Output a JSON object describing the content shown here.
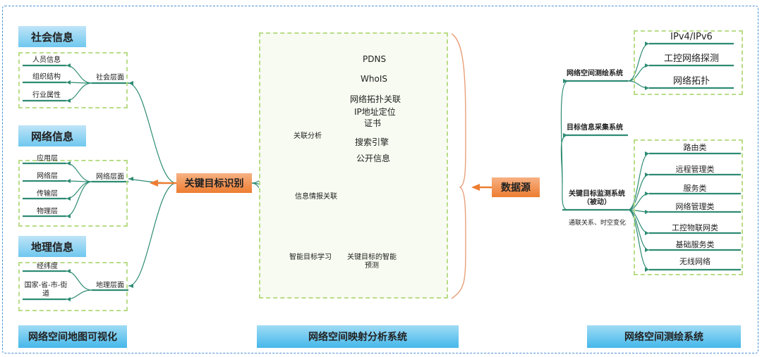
{
  "left": {
    "social": {
      "title": "社会信息",
      "layer": "社会层面",
      "items": [
        "人员信息",
        "组织结构",
        "行业属性"
      ]
    },
    "network": {
      "title": "网络信息",
      "layer": "网络层面",
      "items": [
        "应用层",
        "网络层",
        "传输层",
        "物理层"
      ]
    },
    "geo": {
      "title": "地理信息",
      "layer": "地理层面",
      "items": [
        "经纬度",
        "国家-省-市-街道"
      ]
    },
    "system": "网络空间地图可视化"
  },
  "center": {
    "hub": "关键目标识别",
    "assoc": {
      "label": "关联分析",
      "items": [
        "PDNS",
        "WhoIS",
        "网络拓扑关联",
        "IP地址定位",
        "证书",
        "搜索引擎",
        "公开信息"
      ]
    },
    "intel": "信息情报关联",
    "smart": {
      "label": "智能目标学习",
      "predict": "关键目标的智能预测"
    },
    "system": "网络空间映射分析系统"
  },
  "right": {
    "source": "数据源",
    "survey": {
      "label": "网络空间测绘系统",
      "items": [
        "IPv4/IPv6",
        "工控网络探测",
        "网络拓扑"
      ]
    },
    "collect": "目标信息采集系统",
    "monitor": {
      "label": "关键目标监测系统（被动）",
      "note": "通联关系、时空变化",
      "items": [
        "路由类",
        "远程管理类",
        "服务类",
        "网络管理类",
        "工控物联网类",
        "基础服务类",
        "无线网络"
      ]
    },
    "system": "网络空间测绘系统"
  }
}
